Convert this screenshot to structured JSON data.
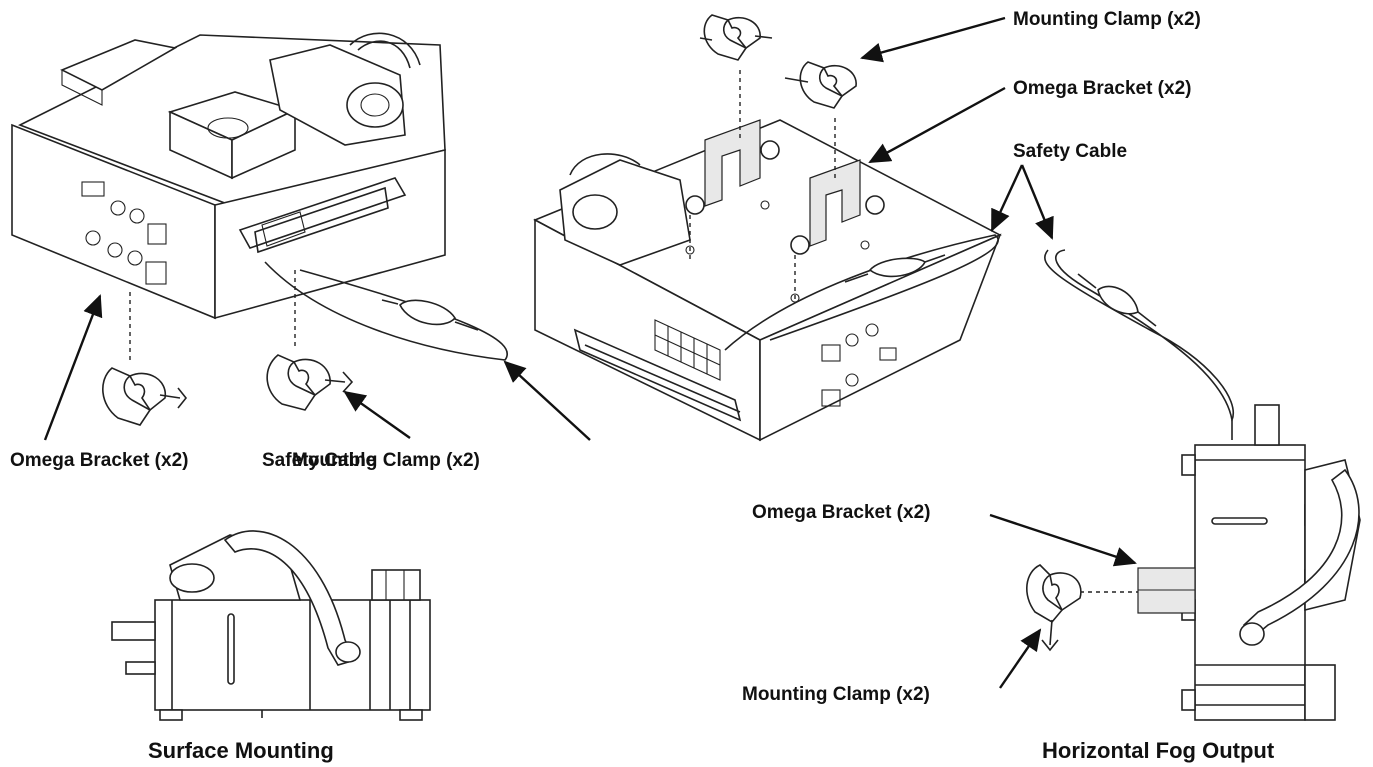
{
  "labels": {
    "top_mounting_clamp": "Mounting Clamp (x2)",
    "top_omega_bracket": "Omega Bracket (x2)",
    "top_safety_cable": "Safety Cable",
    "left_omega_bracket": "Omega Bracket (x2)",
    "left_safety_cable": "Safety Cable",
    "left_mounting_clamp": "Mounting Clamp (x2)",
    "right_omega_bracket": "Omega Bracket (x2)",
    "right_mounting_clamp": "Mounting Clamp (x2)"
  },
  "captions": {
    "surface": "Surface Mounting",
    "horizontal": "Horizontal Fog Output"
  }
}
